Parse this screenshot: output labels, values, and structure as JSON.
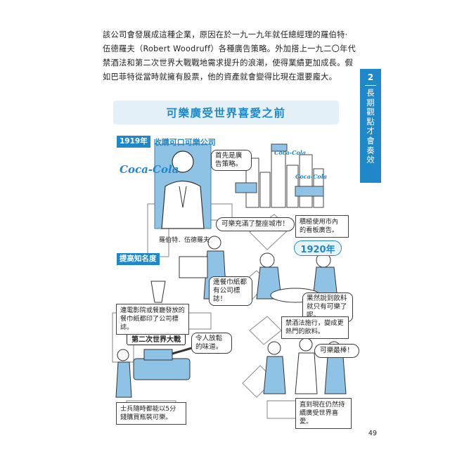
{
  "paragraph": {
    "lines": [
      "該公司會發展成這種企業，原因在於一九一九年就任總經理的羅伯特·",
      "伍德羅夫（Robert Woodruff）各種廣告策略。外加搭上一九二〇年代",
      "禁酒法和第二次世界大戰戰地需求提升的浪潮，使得業績更加成長。假",
      "如巴菲特從當時就擁有股票，他的資產就會變得比現在還要龐大。"
    ]
  },
  "side_tab": {
    "number": "2",
    "title": "長期觀點才會奏效"
  },
  "banner": {
    "title": "可樂廣受世界喜愛之前"
  },
  "section_1919": {
    "year": "1919年",
    "title": "收購可口可樂公司"
  },
  "logo_text": "Coca-Cola",
  "bubbles": {
    "ad_first": "首先是廣告策略。",
    "cola_city": "可樂充滿了整座城市！",
    "billboards": "積極使用市內的看板廣告。",
    "napkins": "連餐巾紙都有公司標誌！",
    "only_cola": "果然說到飲料就只有可樂了呢。",
    "relaxing": "令人放鬆的味道。",
    "cola_best": "可樂最棒！"
  },
  "person_label": "羅伯特．伍德羅夫",
  "year_1920": "1920年",
  "tag_awareness": "提高知名度",
  "tag_ww2": "第二次世界大戰",
  "notes": {
    "cinema_napkin": "連電影院或餐廳發放的餐巾紙都印了公司標誌。",
    "prohibition": "禁酒法施行，變成更熱門的飲料。",
    "soldiers": "士兵隨時都能以5分錢購買瓶裝可樂。",
    "still_loved": "直到現在仍然持續廣受世界喜愛。"
  },
  "page_number": "49",
  "colors": {
    "accent": "#1f88c9",
    "accent_light": "#e4f0f8",
    "illustration_blue": "#8fc3e6"
  }
}
